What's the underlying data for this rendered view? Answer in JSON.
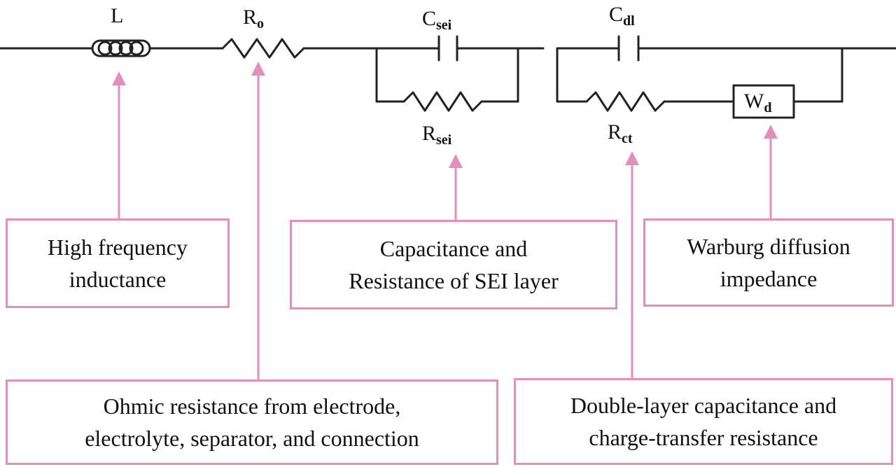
{
  "components": {
    "L": {
      "main": "L",
      "sub": ""
    },
    "R0": {
      "main": "R",
      "sub": "o"
    },
    "Csei": {
      "main": "C",
      "sub": "sei"
    },
    "Rsei": {
      "main": "R",
      "sub": "sei"
    },
    "Cdl": {
      "main": "C",
      "sub": "dl"
    },
    "Rct": {
      "main": "R",
      "sub": "ct"
    },
    "Wd": {
      "main": "W",
      "sub": "d"
    }
  },
  "boxes": {
    "inductance": "High frequency\ninductance",
    "sei": "Capacitance and\nResistance of SEI layer",
    "warburg": "Warburg diffusion\nimpedance",
    "ohmic": "Ohmic resistance from electrode,\nelectrolyte, separator, and connection",
    "double_layer": "Double-layer capacitance and\ncharge-transfer resistance"
  },
  "colors": {
    "wire": "#222222",
    "callout": "#e58fb8",
    "text": "#111111"
  }
}
